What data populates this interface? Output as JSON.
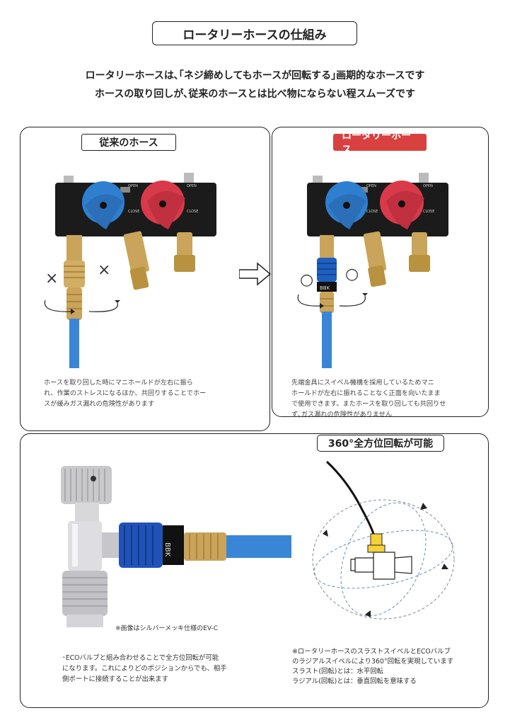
{
  "header": {
    "title": "ロータリーホースの仕組み"
  },
  "intro": {
    "line1": "ロータリーホースは､｢ネジ締めしてもホースが回転する｣画期的なホースです",
    "line2": "ホースの取り回しが､従来のホースとは比べ物にならない程スムーズです"
  },
  "conventional": {
    "label": "従来のホース",
    "mark_ng": "×",
    "caption": [
      "ホースを取り回した時にマニホールドが左右に振ら",
      "れ、作業のストレスになるほか、共回りすることでホー",
      "スが緩みガス漏れの危険性があります"
    ]
  },
  "rotary": {
    "label": "ロータリーホース",
    "mark_ok": "○",
    "caption": [
      "先端金具にスイベル機構を採用しているためマニ",
      "ホールドが左右に振れることなく正面を向いたまま",
      "で使用できます。またホースを取り回しても共回りせ",
      "ず､ガス漏れの危険性がありません"
    ]
  },
  "omni": {
    "label": "360°全方位回転が可能",
    "photo_note": "※画像はシルバーメッキ仕様のEV-C",
    "caption_left": [
      "･ECOバルブと組み合わせることで全方位回転が可能",
      "になります。これによりどのポジションからでも、相手",
      "側ポートに接続することが出来ます"
    ],
    "caption_right": [
      "※ロータリーホースのスラストスイベルとECOバルブ",
      "のラジアルスイベルにより360°回転を実現しています",
      "スラスト(回転)とは：水平回転",
      "ラジアル(回転)とは：垂直回転を意味する"
    ]
  },
  "manifold": {
    "open": "OPEN",
    "close": "CLOSE"
  },
  "coupler": {
    "brand": "BBK"
  },
  "colors": {
    "accent_red": "#d94040",
    "low_blue": "#2f7fd1",
    "high_red": "#d83a4a",
    "hose_blue": "#3a86d6",
    "brass": "#c9a45a"
  }
}
